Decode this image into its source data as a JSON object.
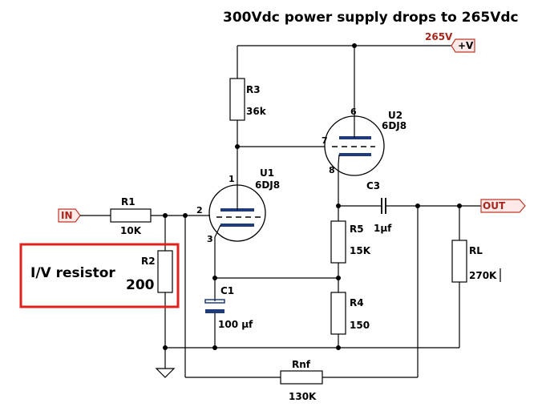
{
  "title": "300Vdc power supply drops to 265Vdc",
  "supply": {
    "voltage": "265V",
    "port": "+V"
  },
  "ports": {
    "input": "IN",
    "output": "OUT"
  },
  "callout": {
    "text": "I/V resistor",
    "value": "200"
  },
  "tubes": {
    "u1": {
      "ref": "U1",
      "type": "6DJ8",
      "pin_plate": "1",
      "pin_grid": "2",
      "pin_cathode": "3"
    },
    "u2": {
      "ref": "U2",
      "type": "6DJ8",
      "pin_plate": "6",
      "pin_grid": "7",
      "pin_cathode": "8"
    }
  },
  "components": {
    "r1": {
      "ref": "R1",
      "value": "10K"
    },
    "r2": {
      "ref": "R2",
      "value": "200"
    },
    "r3": {
      "ref": "R3",
      "value": "36k"
    },
    "r4": {
      "ref": "R4",
      "value": "150"
    },
    "r5": {
      "ref": "R5",
      "value": "15K"
    },
    "rl": {
      "ref": "RL",
      "value": "270K"
    },
    "rnf": {
      "ref": "Rnf",
      "value": "130K"
    },
    "c1": {
      "ref": "C1",
      "value": "100 µf"
    },
    "c3": {
      "ref": "C3",
      "value": "1µf"
    }
  },
  "colors": {
    "wire": "#000000",
    "port_fill": "#fde9e7",
    "port_stroke": "#c0392b",
    "port_text": "#a8241a",
    "callout_border": "#e0201c",
    "electrode_blue": "#1f3b7a",
    "capacitor_blue": "#1f3b7a"
  }
}
